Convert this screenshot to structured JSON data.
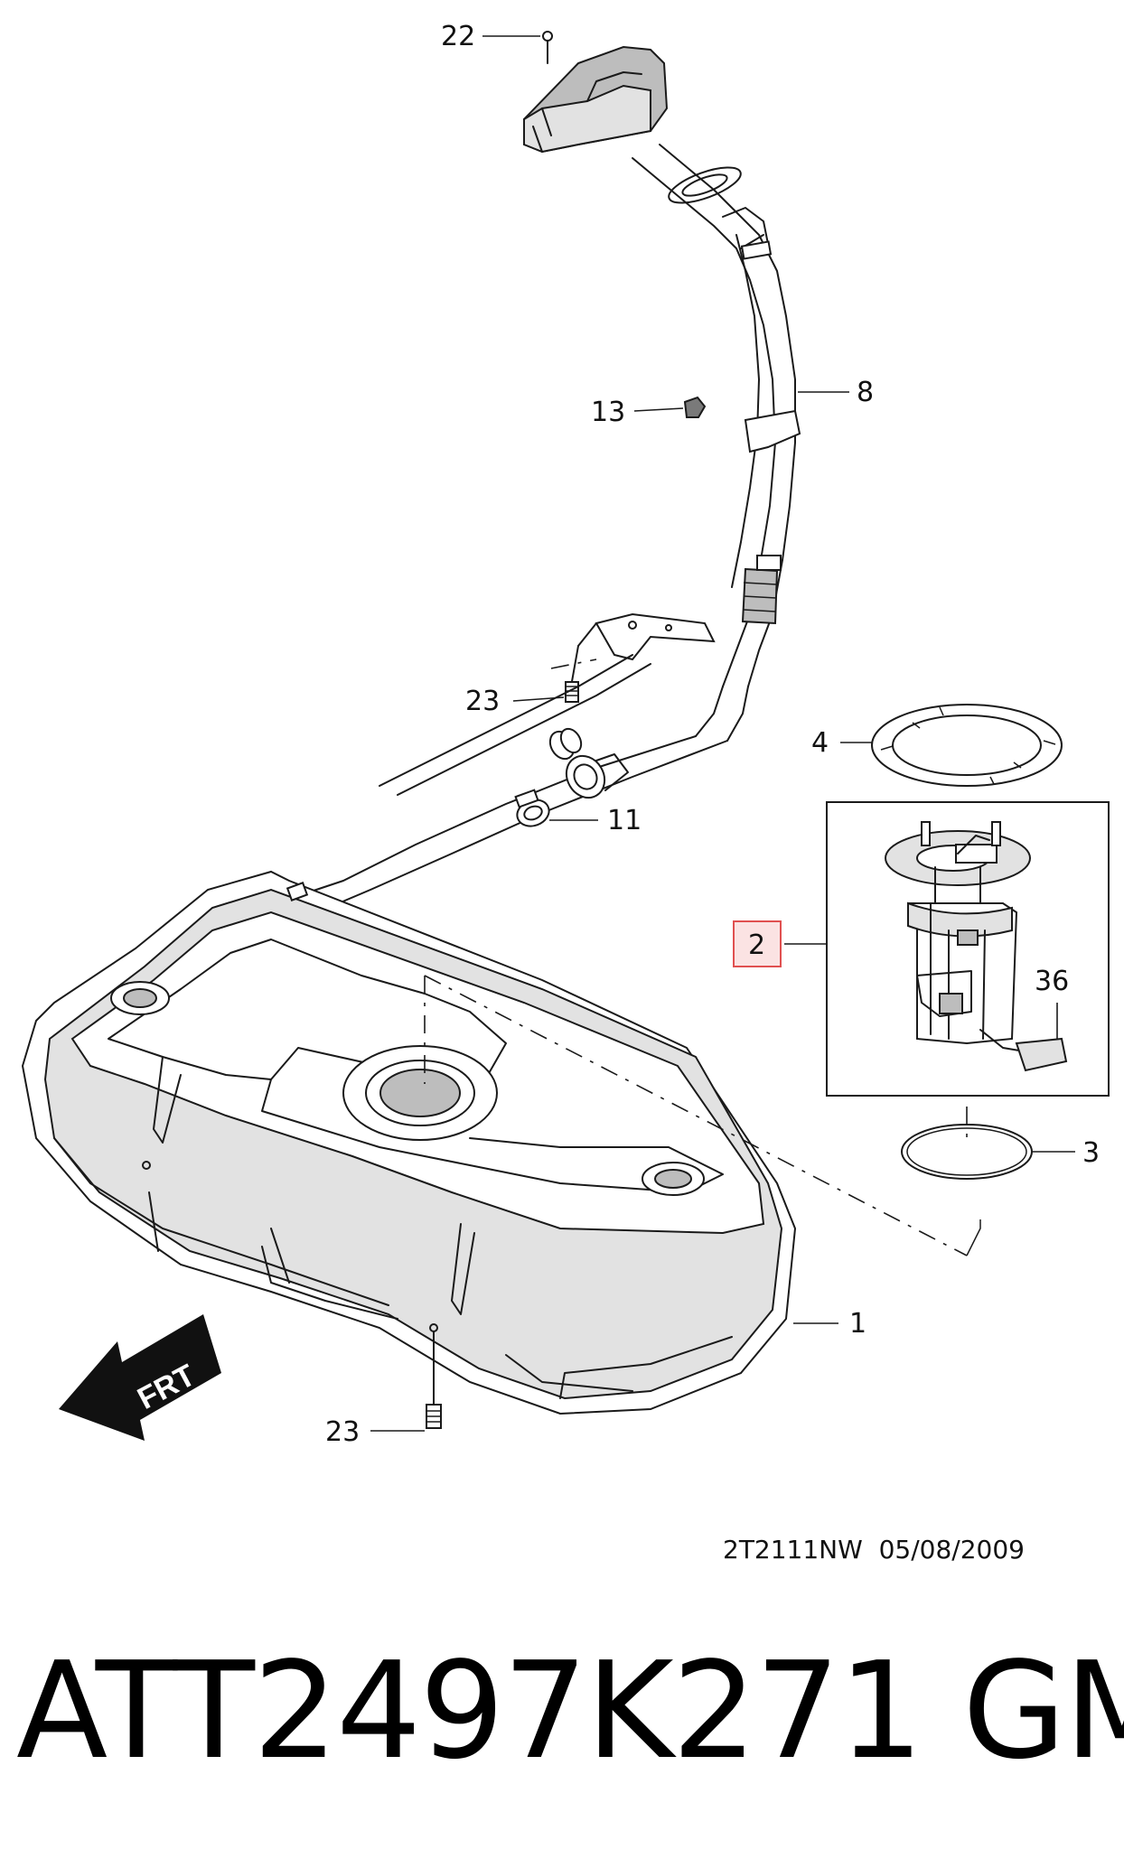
{
  "callouts": {
    "c22": "22",
    "c8": "8",
    "c13": "13",
    "c23_top": "23",
    "c4": "4",
    "c11": "11",
    "c2": "2",
    "c36": "36",
    "c3": "3",
    "c1": "1",
    "c23_bottom": "23"
  },
  "direction_label": "FRT",
  "diagram_code": "2T2111NW  05/08/2009",
  "part_title": "ATT2497K271    GM",
  "colors": {
    "highlight_box": "#e05050",
    "line": "#1a1a1a",
    "shade": "#bdbdbd"
  }
}
